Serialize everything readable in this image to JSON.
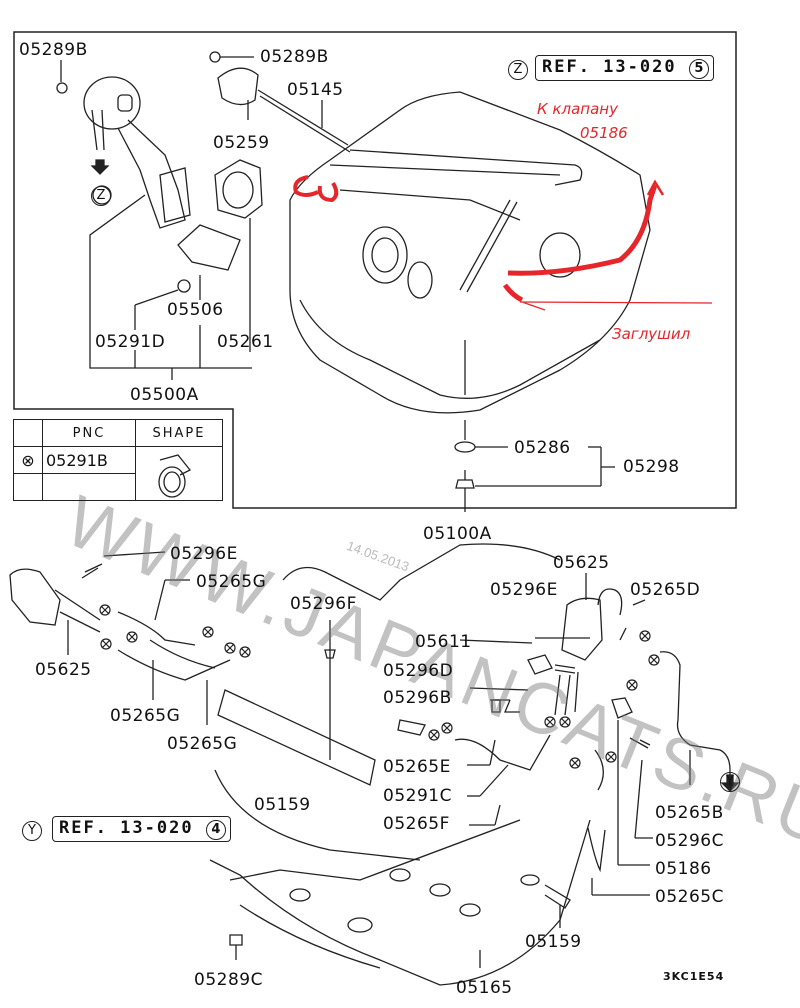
{
  "diagram": {
    "title_ref_top": {
      "marker": "Z",
      "ref_text": "REF. 13-020",
      "ref_number": "5"
    },
    "title_ref_bottom": {
      "marker": "Y",
      "ref_text": "REF. 13-020",
      "ref_number": "4"
    },
    "arrow_markers": {
      "z": "Z",
      "y": "Y"
    },
    "drawing_code": "3KC1E54",
    "labels": {
      "l05289B_a": "05289B",
      "l05289B_b": "05289B",
      "l05145": "05145",
      "l05259": "05259",
      "l05506": "05506",
      "l05291D": "05291D",
      "l05261": "05261",
      "l05500A": "05500A",
      "l05286": "05286",
      "l05298": "05298",
      "l05100A": "05100A",
      "l05296E_a": "05296E",
      "l05265G_a": "05265G",
      "l05296F": "05296F",
      "l05625_a": "05625",
      "l05265G_b": "05265G",
      "l05265G_c": "05265G",
      "l05159_a": "05159",
      "l05625_b": "05625",
      "l05296E_b": "05296E",
      "l05265D": "05265D",
      "l05611": "05611",
      "l05296D": "05296D",
      "l05296B": "05296B",
      "l05265E": "05265E",
      "l05291C": "05291C",
      "l05265F": "05265F",
      "l05265B": "05265B",
      "l05296C": "05296C",
      "l05186": "05186",
      "l05265C": "05265C",
      "l05159_b": "05159",
      "l05165": "05165",
      "l05289C": "05289C"
    },
    "pnc_table": {
      "header_pnc": "PNC",
      "header_shape": "SHAPE",
      "row_symbol": "⊗",
      "row_pnc": "05291B"
    },
    "annotations": {
      "to_valve_line1": "К клапану",
      "to_valve_line2": "05186",
      "plugged": "Заглушил",
      "annotation_color": "#e5262b"
    },
    "watermark": {
      "text": "WWW.JAPANCATS.RU",
      "date": "14.05.2013"
    }
  }
}
